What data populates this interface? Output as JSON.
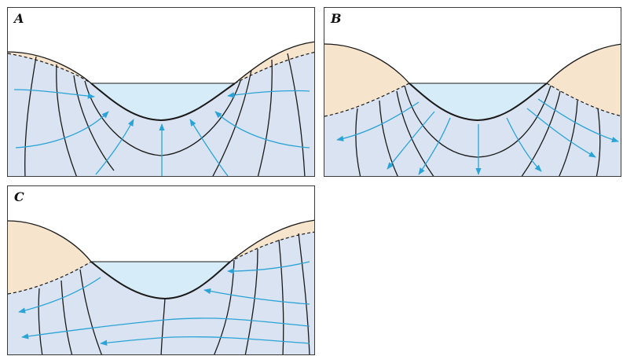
{
  "panels": [
    {
      "id": "A",
      "label": "A",
      "type": "gaining stream"
    },
    {
      "id": "B",
      "label": "B",
      "type": "losing stream"
    },
    {
      "id": "C",
      "label": "C",
      "type": "flow-through stream"
    }
  ],
  "colors": {
    "soil": "#f6e4cc",
    "saturated_zone": "#d9e3f1",
    "water": "#d6ecf8",
    "equipotential_line": "#1a1a1a",
    "water_table": "#1a1a1a",
    "flow_arrow": "#2aa3d6"
  }
}
